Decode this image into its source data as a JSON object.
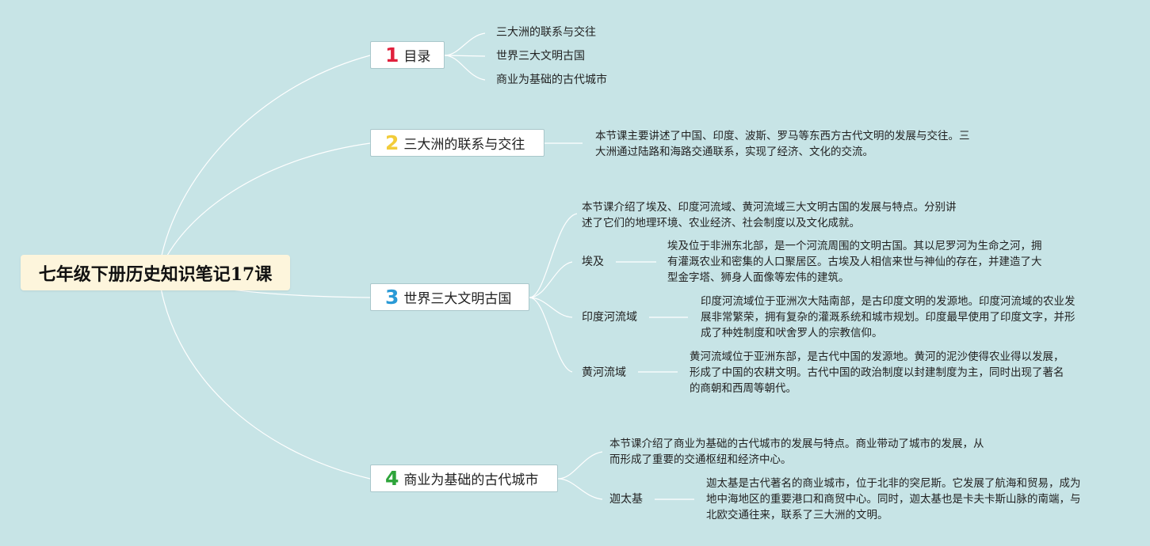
{
  "root": {
    "title": "七年级下册历史知识笔记17课"
  },
  "branches": [
    {
      "number": "1",
      "color": "#e0203c",
      "label": "目录"
    },
    {
      "number": "2",
      "color": "#f2cc3a",
      "label": "三大洲的联系与交往"
    },
    {
      "number": "3",
      "color": "#2a9ad6",
      "label": "世界三大文明古国"
    },
    {
      "number": "4",
      "color": "#2ea43a",
      "label": "商业为基础的古代城市"
    }
  ],
  "toc": [
    "三大洲的联系与交往",
    "世界三大文明古国",
    "商业为基础的古代城市"
  ],
  "b2_text": [
    "本节课主要讲述了中国、印度、波斯、罗马等东西方古代文明的发展与交往。三",
    "大洲通过陆路和海路交通联系，实现了经济、文化的交流。"
  ],
  "b3_intro": [
    "本节课介绍了埃及、印度河流域、黄河流域三大文明古国的发展与特点。分别讲",
    "述了它们的地理环境、农业经济、社会制度以及文化成就。"
  ],
  "b3_subs": [
    {
      "label": "埃及",
      "text": [
        "埃及位于非洲东北部，是一个河流周围的文明古国。其以尼罗河为生命之河，拥",
        "有灌溉农业和密集的人口聚居区。古埃及人相信来世与神仙的存在，并建造了大",
        "型金字塔、狮身人面像等宏伟的建筑。"
      ]
    },
    {
      "label": "印度河流域",
      "text": [
        "印度河流域位于亚洲次大陆南部，是古印度文明的发源地。印度河流域的农业发",
        "展非常繁荣，拥有复杂的灌溉系统和城市规划。印度最早使用了印度文字，并形",
        "成了种姓制度和吠舍罗人的宗教信仰。"
      ]
    },
    {
      "label": "黄河流域",
      "text": [
        "黄河流域位于亚洲东部，是古代中国的发源地。黄河的泥沙使得农业得以发展，",
        "形成了中国的农耕文明。古代中国的政治制度以封建制度为主，同时出现了著名",
        "的商朝和西周等朝代。"
      ]
    }
  ],
  "b4_intro": [
    "本节课介绍了商业为基础的古代城市的发展与特点。商业带动了城市的发展，从",
    "而形成了重要的交通枢纽和经济中心。"
  ],
  "b4_sub": {
    "label": "迦太基",
    "text": [
      "迦太基是古代著名的商业城市，位于北非的突尼斯。它发展了航海和贸易，成为",
      "地中海地区的重要港口和商贸中心。同时，迦太基也是卡夫卡斯山脉的南端，与",
      "北欧交通往来，联系了三大洲的文明。"
    ]
  }
}
